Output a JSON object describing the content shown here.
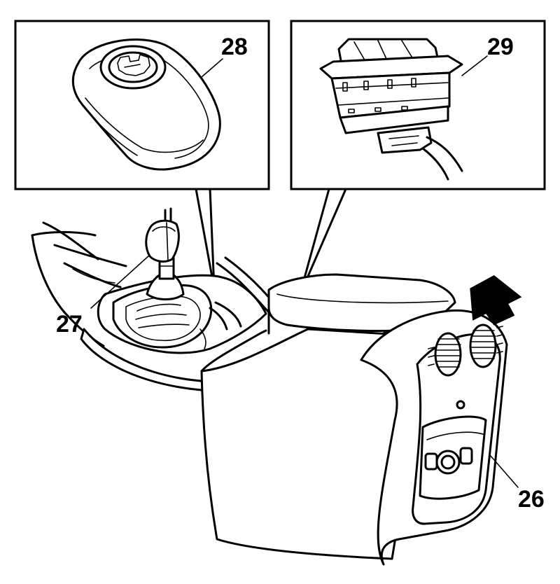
{
  "callouts": {
    "c26": "26",
    "c27": "27",
    "c28": "28",
    "c29": "29"
  },
  "icons": [
    "removal-direction-arrow-icon"
  ],
  "colors": {
    "ink": "#000000",
    "paper": "#ffffff"
  }
}
